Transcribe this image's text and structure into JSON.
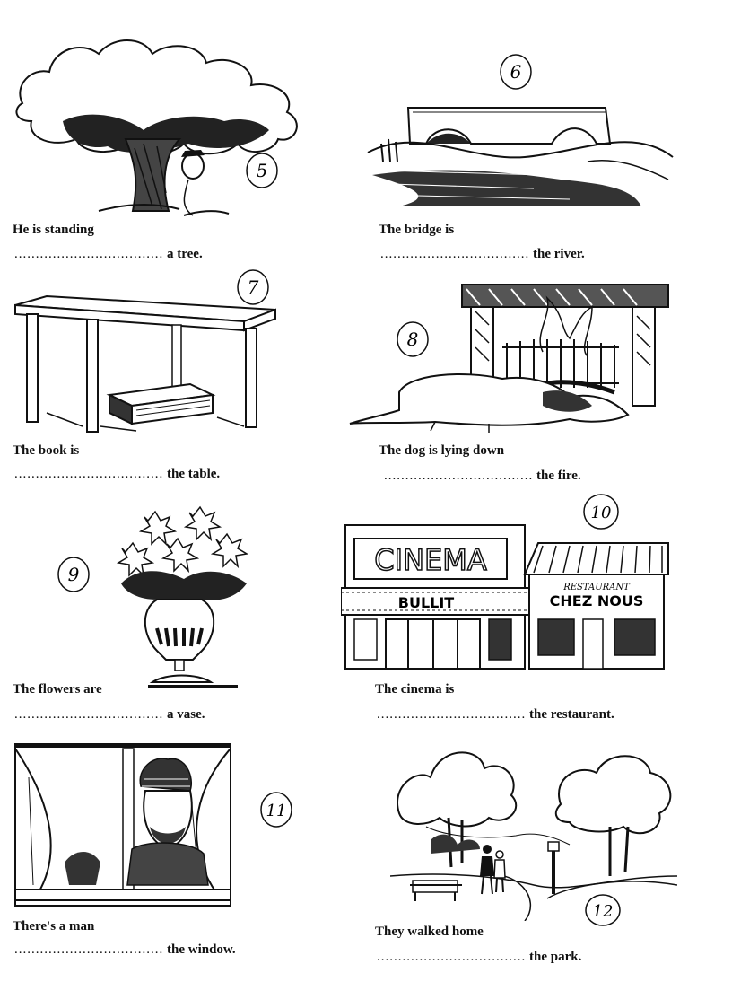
{
  "exercises": [
    {
      "number": "5",
      "sentence": "He is standing",
      "dots": "...................................",
      "ending": "a tree.",
      "picture": "man-behind-tree"
    },
    {
      "number": "6",
      "sentence": "The bridge is",
      "dots": "...................................",
      "ending": "the river.",
      "picture": "bridge-over-river"
    },
    {
      "number": "7",
      "sentence": "The book is",
      "dots": "...................................",
      "ending": "the table.",
      "picture": "book-under-table"
    },
    {
      "number": "8",
      "sentence": "The dog is lying down",
      "dots": "...................................",
      "ending": "the fire.",
      "picture": "dog-in-front-of-fire"
    },
    {
      "number": "9",
      "sentence": "The flowers are",
      "dots": "...................................",
      "ending": "a vase.",
      "picture": "flowers-in-vase"
    },
    {
      "number": "10",
      "sentence": "The cinema is",
      "dots": "...................................",
      "ending": "the restaurant.",
      "picture": "cinema-next-to-restaurant"
    },
    {
      "number": "11",
      "sentence": "There's a man",
      "dots": "...................................",
      "ending": "the window.",
      "picture": "man-at-window"
    },
    {
      "number": "12",
      "sentence": "They walked home",
      "dots": "...................................",
      "ending": "the park.",
      "picture": "couple-walking-through-park"
    }
  ],
  "signs": {
    "cinema": "CINEMA",
    "marquee": "BULLIT",
    "restaurant_small": "RESTAURANT",
    "restaurant_name": "CHEZ NOUS"
  }
}
